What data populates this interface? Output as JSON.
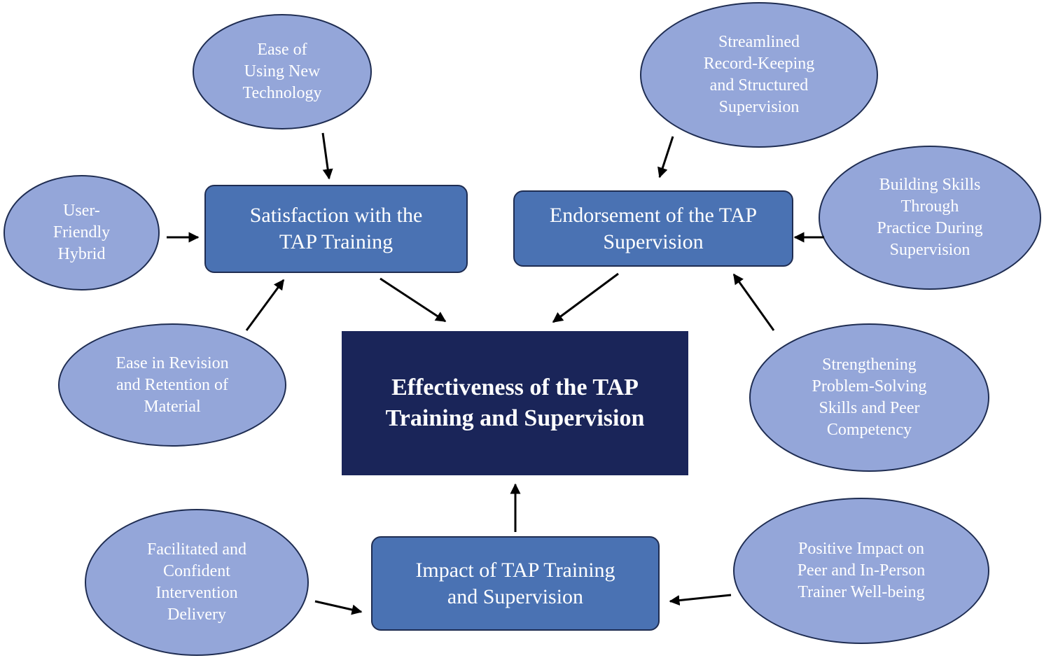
{
  "center": {
    "label": "Effectiveness of the TAP\nTraining and Supervision"
  },
  "boxes": {
    "satisfaction": "Satisfaction with the\nTAP Training",
    "endorsement": "Endorsement of the TAP\nSupervision",
    "impact": "Impact of TAP Training\nand Supervision"
  },
  "ellipses": {
    "ease_technology": "Ease of\nUsing New\nTechnology",
    "user_friendly": "User-\nFriendly\nHybrid",
    "ease_revision": "Ease in Revision\nand Retention of\nMaterial",
    "streamlined": "Streamlined\nRecord-Keeping\nand Structured\nSupervision",
    "building_skills": "Building Skills\nThrough\nPractice During\nSupervision",
    "strengthening": "Strengthening\nProblem-Solving\nSkills and Peer\nCompetency",
    "facilitated": "Facilitated and\nConfident\nIntervention\nDelivery",
    "positive_impact": "Positive Impact on\nPeer and In-Person\nTrainer Well-being"
  },
  "colors": {
    "ellipse_fill": "#94a6d9",
    "box_fill": "#4a72b3",
    "center_fill": "#1a2559",
    "outline": "#1f2d52",
    "arrow": "#000000"
  }
}
